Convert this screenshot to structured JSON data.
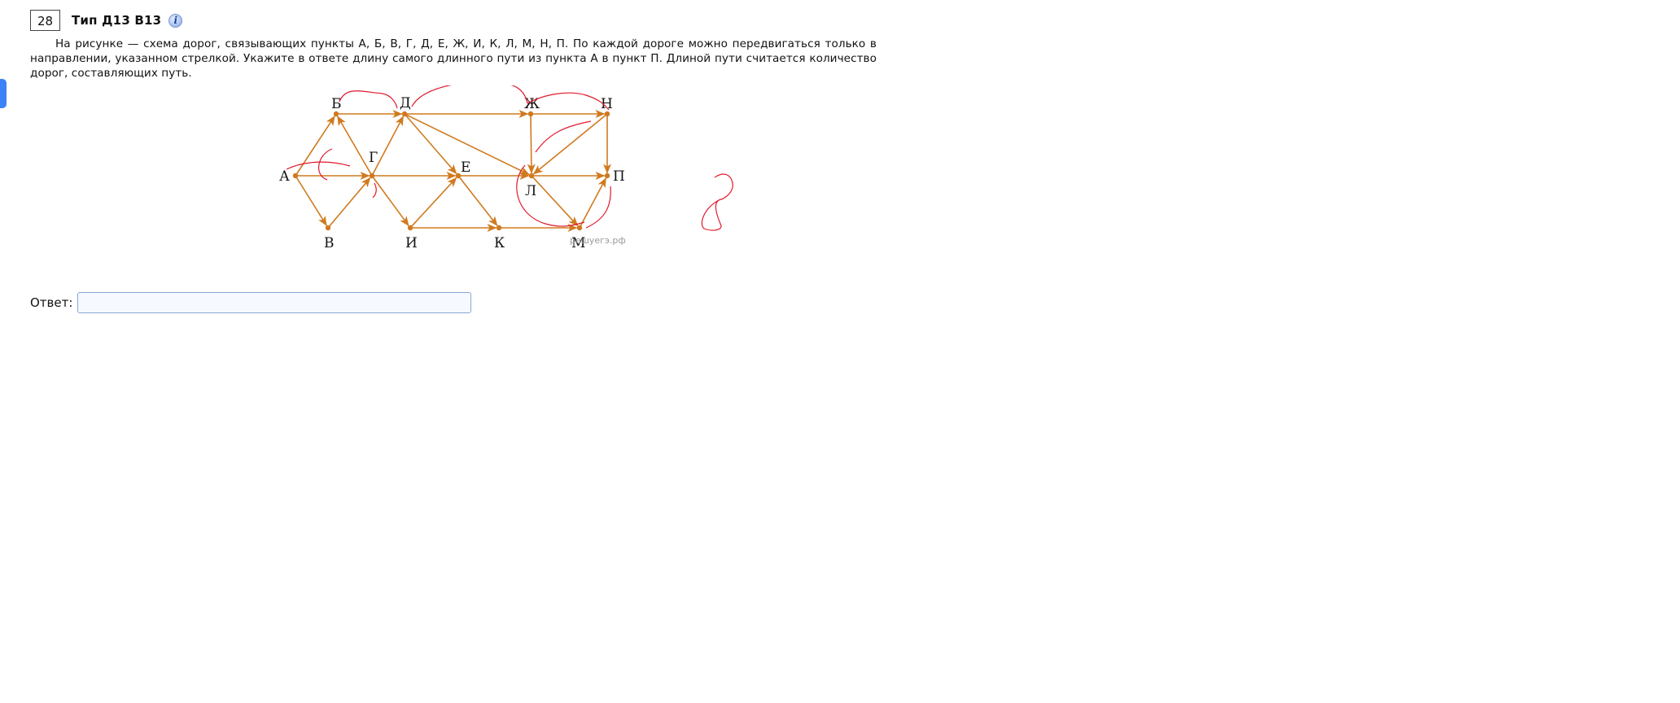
{
  "task": {
    "number": "28",
    "type_label": "Тип Д13 B13",
    "info_icon": "i",
    "text": "На рисунке — схема дорог, связывающих пункты А, Б, В, Г, Д, Е, Ж, И, К, Л, М, Н, П. По каждой дороге можно передвигаться только в направлении, указанном стрелкой. Укажите в ответе длину самого длинного пути из пункта А в пункт П. Длиной пути считается количество дорог, составляющих путь."
  },
  "graph": {
    "edge_color": "#d07a1f",
    "annotation_color": "#e0192c",
    "nodes": [
      {
        "id": "A",
        "label": "А"
      },
      {
        "id": "B",
        "label": "Б"
      },
      {
        "id": "V",
        "label": "В"
      },
      {
        "id": "G",
        "label": "Г"
      },
      {
        "id": "D",
        "label": "Д"
      },
      {
        "id": "E",
        "label": "Е"
      },
      {
        "id": "Zh",
        "label": "Ж"
      },
      {
        "id": "N",
        "label": "Н"
      },
      {
        "id": "L",
        "label": "Л"
      },
      {
        "id": "P",
        "label": "П"
      },
      {
        "id": "I",
        "label": "И"
      },
      {
        "id": "K",
        "label": "К"
      },
      {
        "id": "M",
        "label": "М"
      }
    ],
    "edges": [
      [
        "A",
        "B"
      ],
      [
        "A",
        "G"
      ],
      [
        "A",
        "V"
      ],
      [
        "V",
        "G"
      ],
      [
        "G",
        "B"
      ],
      [
        "B",
        "D"
      ],
      [
        "G",
        "D"
      ],
      [
        "G",
        "E"
      ],
      [
        "G",
        "I"
      ],
      [
        "D",
        "Zh"
      ],
      [
        "D",
        "E"
      ],
      [
        "D",
        "L"
      ],
      [
        "Zh",
        "N"
      ],
      [
        "Zh",
        "L"
      ],
      [
        "N",
        "L"
      ],
      [
        "N",
        "P"
      ],
      [
        "E",
        "L"
      ],
      [
        "E",
        "K"
      ],
      [
        "I",
        "E"
      ],
      [
        "I",
        "K"
      ],
      [
        "K",
        "M"
      ],
      [
        "L",
        "P"
      ],
      [
        "L",
        "M"
      ],
      [
        "M",
        "P"
      ]
    ],
    "watermark": "решуегэ.рф"
  },
  "answer": {
    "label": "Ответ:",
    "value": "",
    "placeholder": ""
  }
}
